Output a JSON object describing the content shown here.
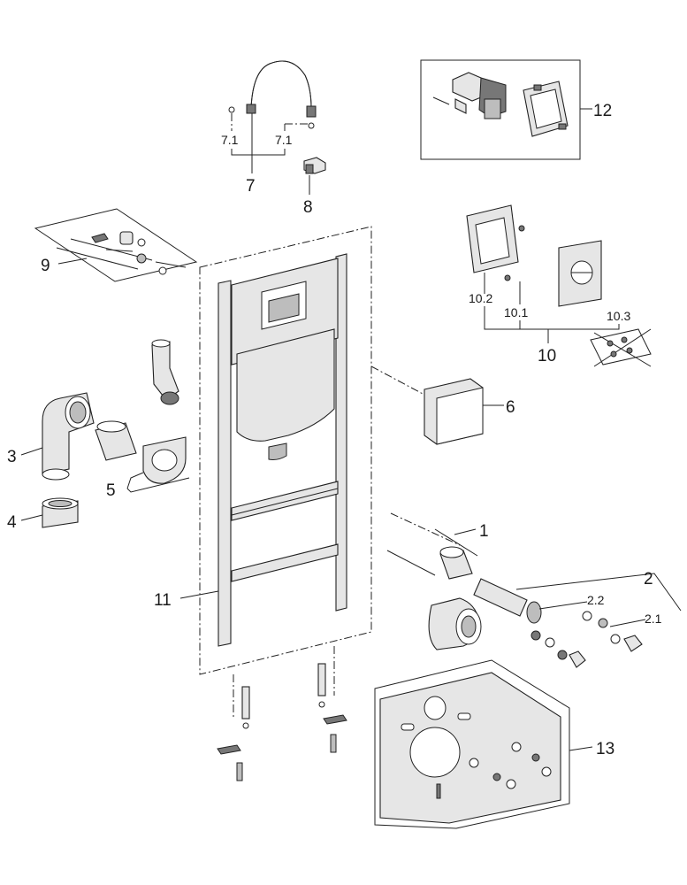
{
  "labels": {
    "p1": "1",
    "p2": "2",
    "p2_1": "2.1",
    "p2_2": "2.2",
    "p3": "3",
    "p4": "4",
    "p5": "5",
    "p6": "6",
    "p7": "7",
    "p7_1a": "7.1",
    "p7_1b": "7.1",
    "p8": "8",
    "p9": "9",
    "p10": "10",
    "p10_1": "10.1",
    "p10_2": "10.2",
    "p10_3": "10.3",
    "p11": "11",
    "p12": "12",
    "p13": "13"
  }
}
